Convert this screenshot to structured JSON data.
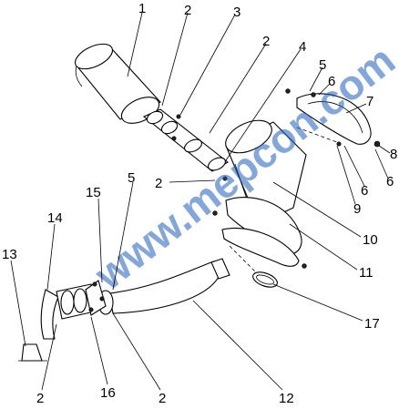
{
  "watermark": "www.mepcon.com",
  "callouts": {
    "c1": "1",
    "c2a": "2",
    "c3": "3",
    "c2b": "2",
    "c4": "4",
    "c5a": "5",
    "c6a": "6",
    "c7": "7",
    "c8": "8",
    "c6b": "6",
    "c6c": "6",
    "c9": "9",
    "c2c": "2",
    "c10": "10",
    "c11": "11",
    "c15": "15",
    "c5b": "5",
    "c14": "14",
    "c13": "13",
    "c17": "17",
    "c2d": "2",
    "c16": "16",
    "c2e": "2",
    "c12": "12"
  }
}
